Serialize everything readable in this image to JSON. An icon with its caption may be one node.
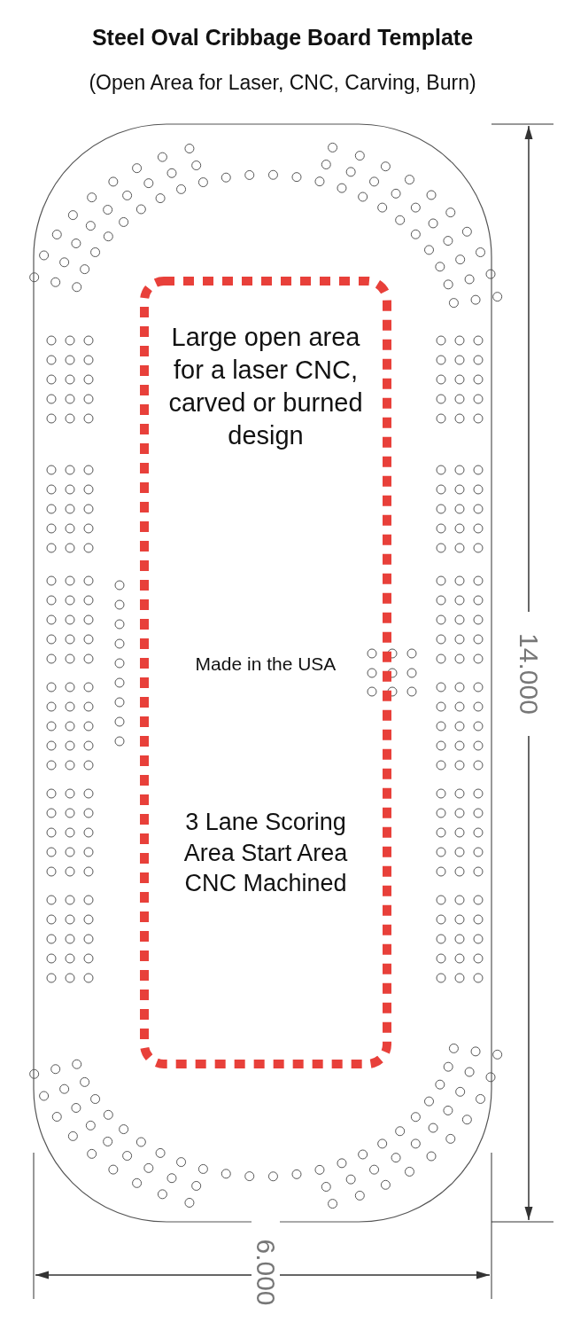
{
  "diagram": {
    "title": "Steel Oval Cribbage Board Template",
    "caption": "(Open Area for Laser, CNC, Carving, Burn)",
    "nodes": [
      {
        "text": [
          "Large open area for a laser CNC, carved or burned design",
          "Made in the USA",
          "3 Lane Scoring Area Start Area CNC Machined"
        ]
      }
    ],
    "labels": [
      "14.000",
      "6.000"
    ]
  }
}
